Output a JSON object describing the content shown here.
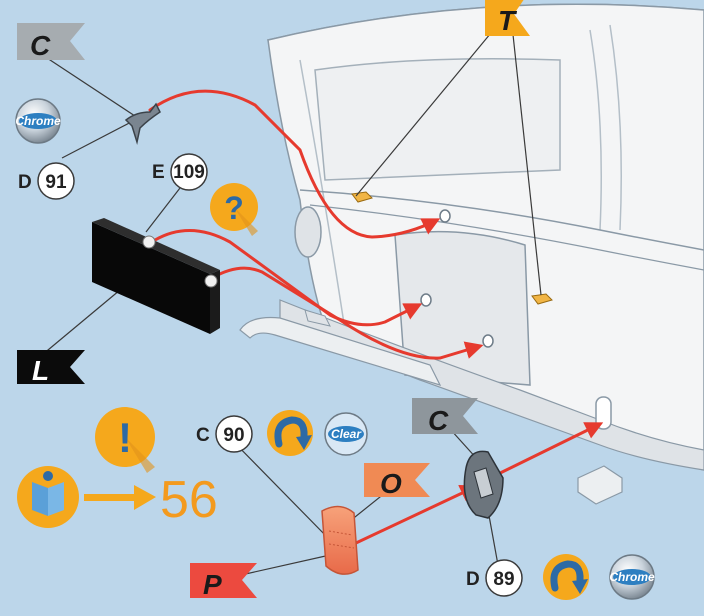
{
  "flags": {
    "top_right": "T",
    "gray_top_left": "C",
    "black_left": "L",
    "gray_lower_middle": "C",
    "orange_middle": "O",
    "red_bottom": "P"
  },
  "callouts": {
    "d91": {
      "letter": "D",
      "number": "91"
    },
    "e109": {
      "letter": "E",
      "number": "109"
    },
    "c90": {
      "letter": "C",
      "number": "90"
    },
    "d89": {
      "letter": "D",
      "number": "89"
    }
  },
  "badges": {
    "chrome_top": "Chrome",
    "clear": "Clear",
    "chrome_bottom": "Chrome",
    "question": "?",
    "exclamation": "!"
  },
  "reference": {
    "arrow_target_page": "56"
  },
  "colors": {
    "background": "#bcd6ea",
    "accent_orange": "#f5a81c",
    "callout_red": "#e63a2e",
    "chrome_blue": "#2d7fc1"
  }
}
